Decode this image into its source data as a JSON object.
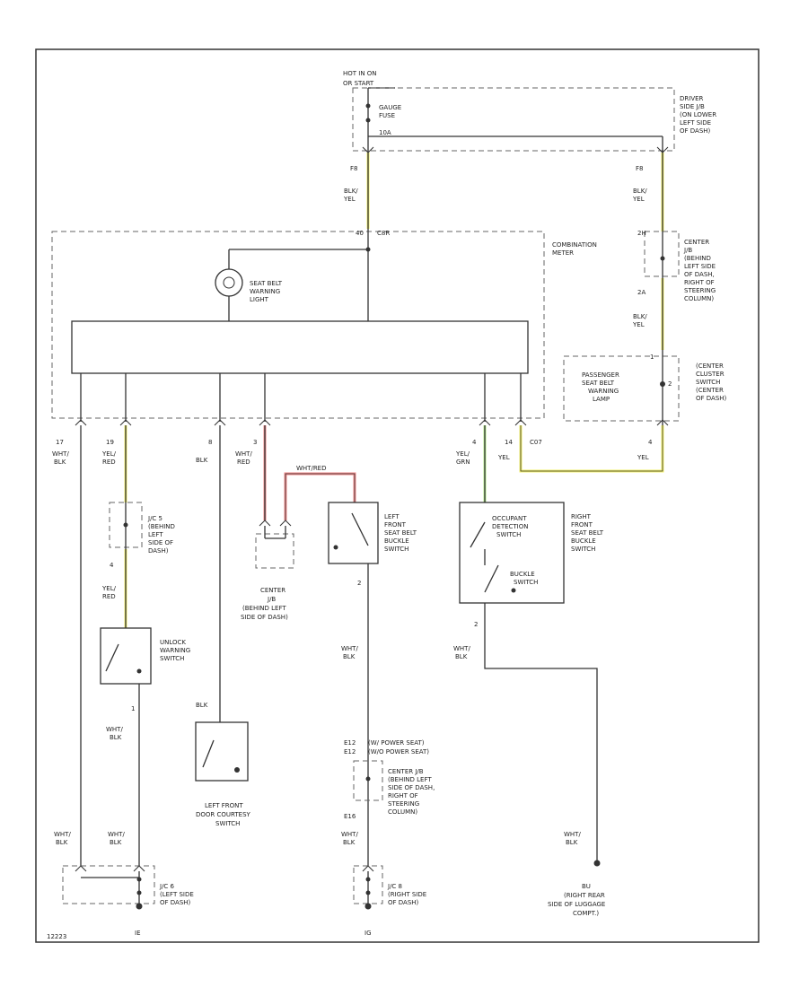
{
  "colors": {
    "line": "#333333",
    "dashed": "#666666",
    "yellow_wire": "#f3f06a",
    "red_wire": "#f08a8a",
    "green_wire": "#b6ec8a"
  },
  "labels": {
    "hot_in": "HOT IN ON",
    "hot_or": "OR START",
    "gauge_fuse": [
      "GAUGE",
      "FUSE"
    ],
    "amp": "10A",
    "driver_jb": [
      "DRIVER",
      "SIDE J/B",
      "(ON LOWER",
      "LEFT SIDE",
      "OF DASH)"
    ],
    "pin_f8_l": "F8",
    "pin_f8_r": "F8",
    "blk_yel_l": [
      "BLK/",
      "YEL"
    ],
    "blk_yel_r1": [
      "BLK/",
      "YEL"
    ],
    "pin_2h": "2H",
    "center_jb_r": [
      "CENTER",
      "J/B",
      "(BEHIND",
      "LEFT SIDE",
      "OF DASH,",
      "RIGHT OF",
      "STEERING",
      "COLUMN)"
    ],
    "pin_2a": "2A",
    "blk_yel_r2": [
      "BLK/",
      "YEL"
    ],
    "comb_pin": "40",
    "comb_conn": "C8R",
    "combination_meter": [
      "COMBINATION",
      "METER"
    ],
    "seat_belt_light": [
      "SEAT BELT",
      "WARNING",
      "LIGHT"
    ],
    "passenger_lamp": [
      "PASSENGER",
      "SEAT BELT",
      "WARNING",
      "LAMP"
    ],
    "pass_pin1": "1",
    "pass_pin2": "2",
    "center_cluster": [
      "(CENTER",
      "CLUSTER",
      "SWITCH",
      "(CENTER",
      "OF DASH)"
    ],
    "pin17": "17",
    "wire17": [
      "WHT/",
      "BLK"
    ],
    "pin19": "19",
    "wire19": [
      "YEL/",
      "RED"
    ],
    "pin8": "8",
    "wire8": "BLK",
    "pin3": "3",
    "wire3": [
      "WHT/",
      "RED"
    ],
    "pin4": "4",
    "wire4": [
      "YEL/",
      "GRN"
    ],
    "pin14": "14",
    "conn_c07": "C07",
    "wire14": "YEL",
    "pin4b": "4",
    "wire4b": "YEL",
    "wht_red_mid": "WHT/RED",
    "jc5_top": [
      "J/C 5",
      "(BEHIND",
      "LEFT",
      "SIDE OF",
      "DASH)"
    ],
    "jc5_pin": "4",
    "yel_red_low": [
      "YEL/",
      "RED"
    ],
    "unlock_switch": [
      "UNLOCK",
      "WARNING",
      "SWITCH"
    ],
    "unlock_pin": "1",
    "wht_blk_a": [
      "WHT/",
      "BLK"
    ],
    "blk_door": "BLK",
    "door_switch": [
      "LEFT FRONT",
      "DOOR COURTESY",
      "SWITCH"
    ],
    "center_jb_mid": [
      "CENTER",
      "J/B",
      "(BEHIND LEFT",
      "SIDE OF DASH)"
    ],
    "left_buckle": [
      "LEFT",
      "FRONT",
      "SEAT BELT",
      "BUCKLE",
      "SWITCH"
    ],
    "left_buckle_pin": "2",
    "wht_blk_b": [
      "WHT/",
      "BLK"
    ],
    "right_buckle_pin": "2",
    "wht_blk_c": [
      "WHT/",
      "BLK"
    ],
    "occupant": [
      "OCCUPANT",
      "DETECTION",
      "SWITCH"
    ],
    "buckle_sw": [
      "BUCKLE",
      "SWITCH"
    ],
    "right_front": [
      "RIGHT",
      "FRONT",
      "SEAT BELT",
      "BUCKLE",
      "SWITCH"
    ],
    "e12_a": "E12",
    "e12_b": "E12",
    "power_seat_a": "(W/ POWER SEAT)",
    "power_seat_b": "(W/O POWER SEAT)",
    "center_jb_low": [
      "CENTER J/B",
      "(BEHIND LEFT",
      "SIDE OF DASH,",
      "RIGHT OF",
      "STEERING",
      "COLUMN)"
    ],
    "e16": "E16",
    "wht_blk_d": [
      "WHT/",
      "BLK"
    ],
    "wht_blk_e": [
      "WHT/",
      "BLK"
    ],
    "wht_blk_f": [
      "WHT/",
      "BLK"
    ],
    "wht_blk_g": [
      "WHT/",
      "BLK"
    ],
    "jc6": [
      "J/C 6",
      "(LEFT SIDE",
      "OF DASH)"
    ],
    "jc8": [
      "J/C 8",
      "(RIGHT SIDE",
      "OF DASH)"
    ],
    "ground_ie": "IE",
    "ground_ig": "IG",
    "ground_bu": "BU",
    "ground_bu_text": [
      "(RIGHT REAR",
      "SIDE OF LUGGAGE",
      "COMPT.)"
    ],
    "page_code": "12223"
  }
}
